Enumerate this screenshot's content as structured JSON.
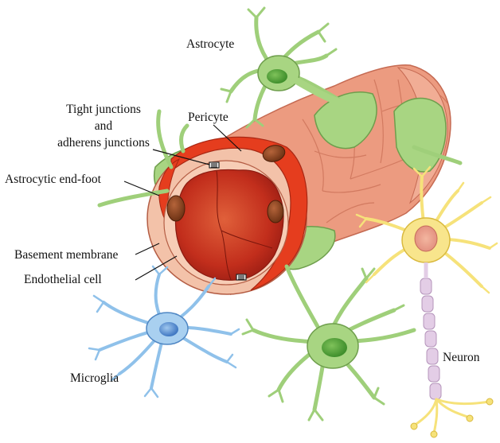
{
  "labels": {
    "astrocyte": "Astrocyte",
    "tight_junctions_line1": "Tight junctions",
    "tight_junctions_line2": "and",
    "tight_junctions_line3": "adherens junctions",
    "pericyte": "Pericyte",
    "astrocytic_end_foot": "Astrocytic end-foot",
    "basement_membrane": "Basement membrane",
    "endothelial_cell": "Endothelial cell",
    "microglia": "Microglia",
    "neuron": "Neuron"
  },
  "colors": {
    "astrocyte_green": "#9fcf7a",
    "astrocyte_outline": "#6e9e4c",
    "vessel_salmon": "#ec9b80",
    "pericyte_red": "#e53d1e",
    "lumen_red": "#c9301e",
    "microglia_blue": "#8fc1ea",
    "neuron_yellow": "#f6e27a",
    "axon_lilac": "#e3cde6"
  }
}
